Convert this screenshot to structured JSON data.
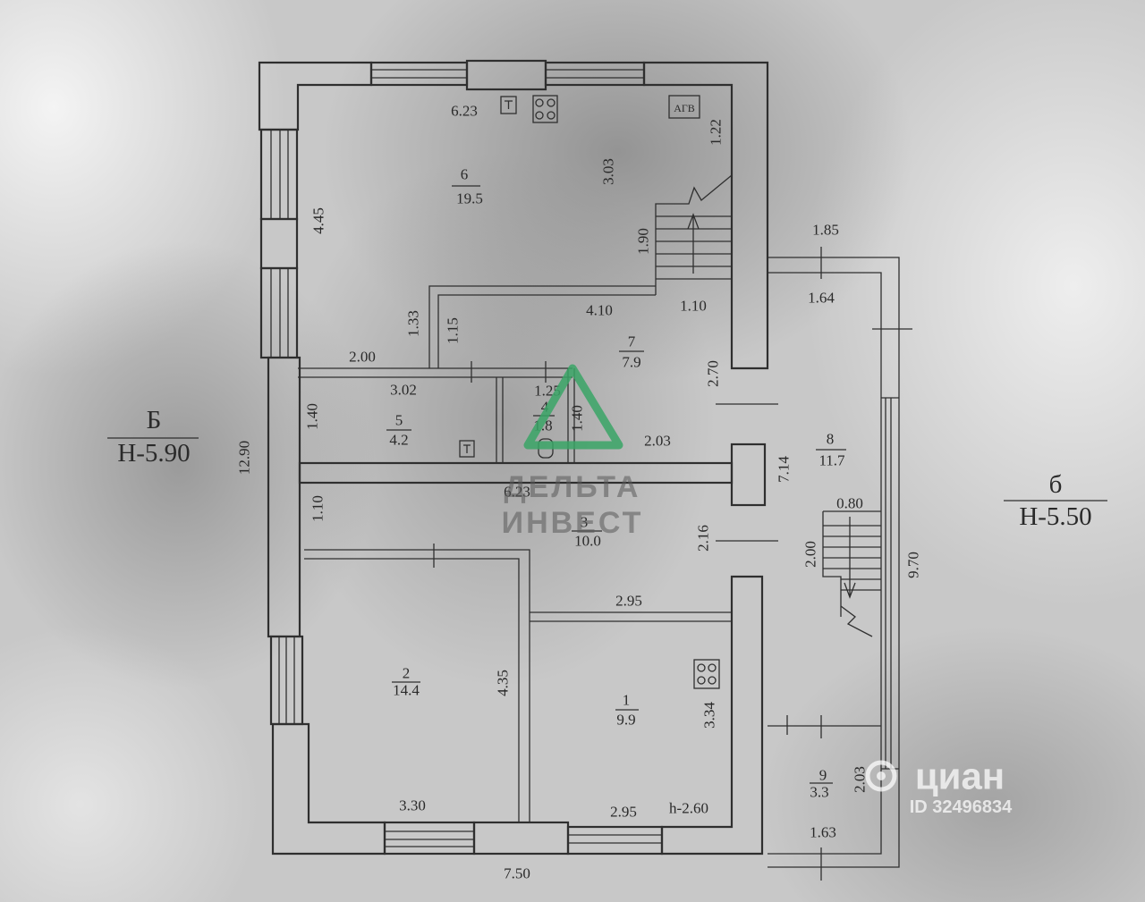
{
  "plan": {
    "rooms": [
      {
        "number": "6",
        "area": "19.5"
      },
      {
        "number": "7",
        "area": "7.9"
      },
      {
        "number": "5",
        "area": "4.2"
      },
      {
        "number": "4",
        "area": "1.8"
      },
      {
        "number": "8",
        "area": "11.7"
      },
      {
        "number": "3",
        "area": "10.0"
      },
      {
        "number": "2",
        "area": "14.4"
      },
      {
        "number": "1",
        "area": "9.9"
      },
      {
        "number": "9",
        "area": "3.3"
      }
    ],
    "dimensions": [
      "6.23",
      "1.22",
      "3.03",
      "4.45",
      "1.90",
      "1.85",
      "1.64",
      "4.10",
      "1.10",
      "1.33",
      "1.15",
      "2.00",
      "2.70",
      "3.02",
      "1.25",
      "1.40",
      "1.40",
      "2.03",
      "7.14",
      "12.90",
      "6.23",
      "1.10",
      "0.80",
      "2.16",
      "2.00",
      "9.70",
      "2.95",
      "4.35",
      "3.34",
      "2.03",
      "3.30",
      "2.95",
      "1.63",
      "7.50"
    ],
    "ceiling_height": "h-2.60",
    "boiler_label": "АГВ",
    "level_marks": [
      {
        "letter": "Б",
        "elevation": "Н-5.90"
      },
      {
        "letter": "б",
        "elevation": "Н-5.50"
      }
    ]
  },
  "watermarks": {
    "agency_line1": "ДЕЛЬТА",
    "agency_line2": "ИНВЕСТ",
    "listing_brand": "циан",
    "listing_id": "ID 32496834"
  },
  "colors": {
    "lines": "#2f2f2f",
    "agency_green": "#3aa566",
    "paper": "#c8c8c8"
  }
}
